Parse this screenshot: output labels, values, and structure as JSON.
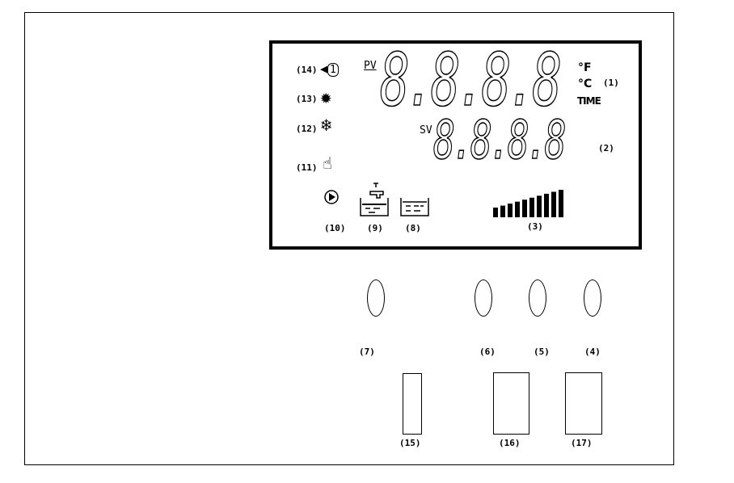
{
  "panel": {
    "pv_label": "PV",
    "sv_label": "SV",
    "pv_digits": "8.8.8.8",
    "sv_digits": "8.8.8.8",
    "unit_f": "°F",
    "unit_c": "°C",
    "unit_time": "TIME",
    "signal_bars": 10,
    "callouts": {
      "c1": "(1)",
      "c2": "(2)",
      "c3": "(3)",
      "c4": "(4)",
      "c5": "(5)",
      "c6": "(6)",
      "c7": "(7)",
      "c8": "(8)",
      "c9": "(9)",
      "c10": "(10)",
      "c11": "(11)",
      "c12": "(12)",
      "c13": "(13)",
      "c14": "(14)",
      "c15": "(15)",
      "c16": "(16)",
      "c17": "(17)"
    },
    "icons": [
      "alarm-speaker-icon",
      "heating-sun-icon",
      "cooling-snowflake-icon",
      "manual-hand-icon",
      "run-play-icon",
      "water-fill-tap-icon",
      "tank-icon"
    ]
  }
}
